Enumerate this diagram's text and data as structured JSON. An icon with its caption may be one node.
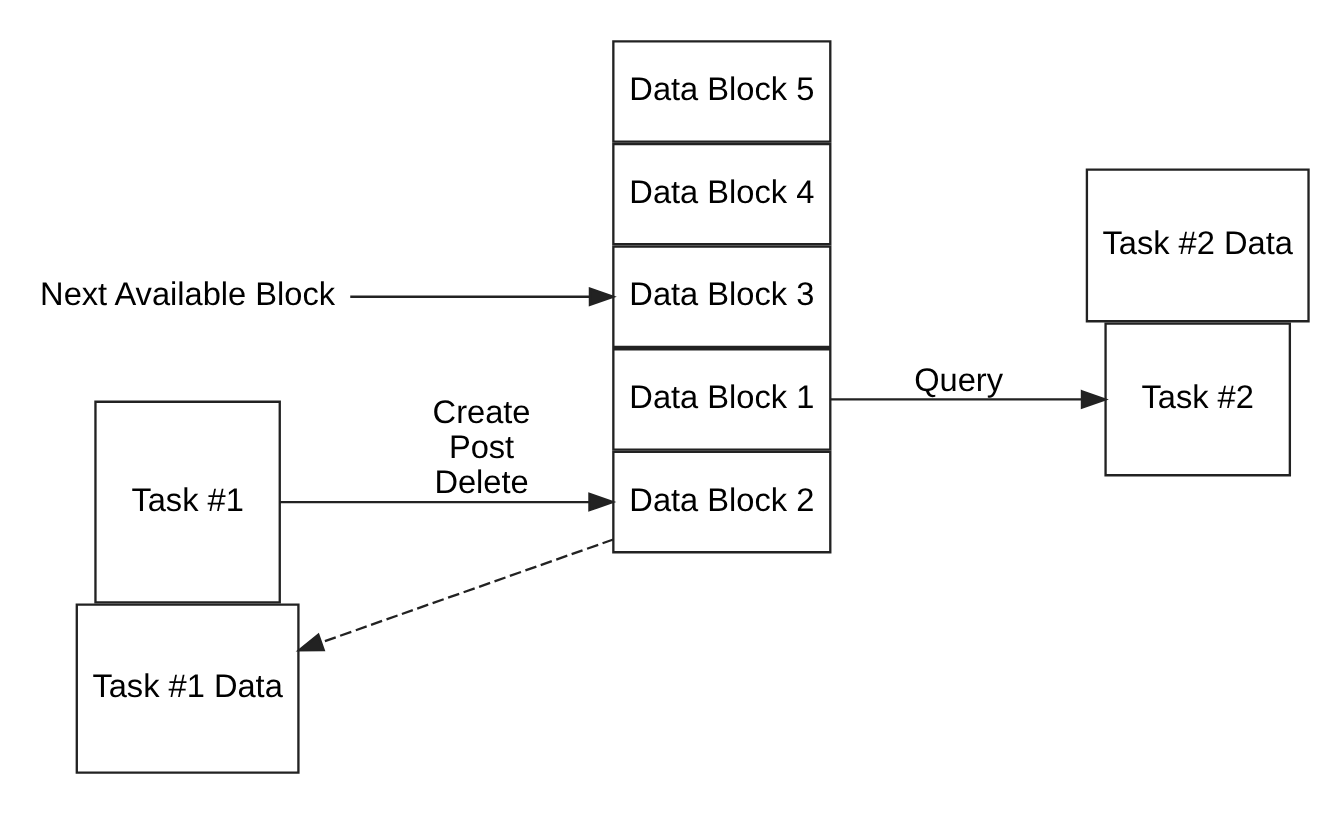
{
  "diagram": {
    "nodes": [
      {
        "text": [
          "Task #1"
        ]
      },
      {
        "text": [
          "Task #1 Data"
        ]
      },
      {
        "text": [
          "Data Block 1"
        ]
      },
      {
        "text": [
          "Data Block 2"
        ]
      },
      {
        "text": [
          "Data Block 3"
        ]
      },
      {
        "text": [
          "Data Block 4"
        ]
      },
      {
        "text": [
          "Data Block 5"
        ]
      },
      {
        "text": [
          "Task #2"
        ]
      },
      {
        "text": [
          "Task #2 Data"
        ]
      },
      {
        "text": [
          "Next Available Block"
        ]
      }
    ],
    "edges": [
      {
        "from": 0,
        "to": 3,
        "arrow": "to",
        "label": "Create Post Delete"
      },
      {
        "from": 3,
        "to": 1,
        "arrow": "to",
        "style": "dashed"
      },
      {
        "from": 2,
        "to": 7,
        "arrow": "to",
        "label": "Query"
      },
      {
        "from": 9,
        "to": 4,
        "arrow": "to"
      }
    ]
  }
}
